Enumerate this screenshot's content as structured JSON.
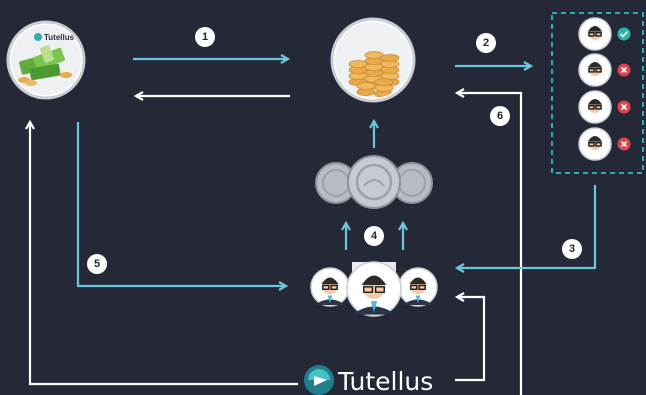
{
  "brand": {
    "name": "Tutellus",
    "small_logo_text": "Tutellus"
  },
  "steps": [
    {
      "label": "1"
    },
    {
      "label": "2"
    },
    {
      "label": "3"
    },
    {
      "label": "4"
    },
    {
      "label": "5"
    },
    {
      "label": "6"
    }
  ],
  "colors": {
    "background": "#242837",
    "arrow": "#6ec6dc",
    "line_white": "#ffffff",
    "badge": "#ffffff",
    "check": "#2fb3a8",
    "cross": "#e0434d",
    "coin_gold": "#e9a84b",
    "coin_silver": "#b8bcc4",
    "dashed_border": "#2fa9b7"
  },
  "icons": {
    "platform": "money-stack-icon",
    "fund": "gold-coins-icon",
    "tokens": "silver-coins-icon",
    "teachers": "teacher-avatars-icon",
    "students": [
      "student-approved-icon",
      "student-rejected-icon",
      "student-rejected-icon",
      "student-rejected-icon"
    ],
    "logo": "tutellus-logo-icon"
  }
}
